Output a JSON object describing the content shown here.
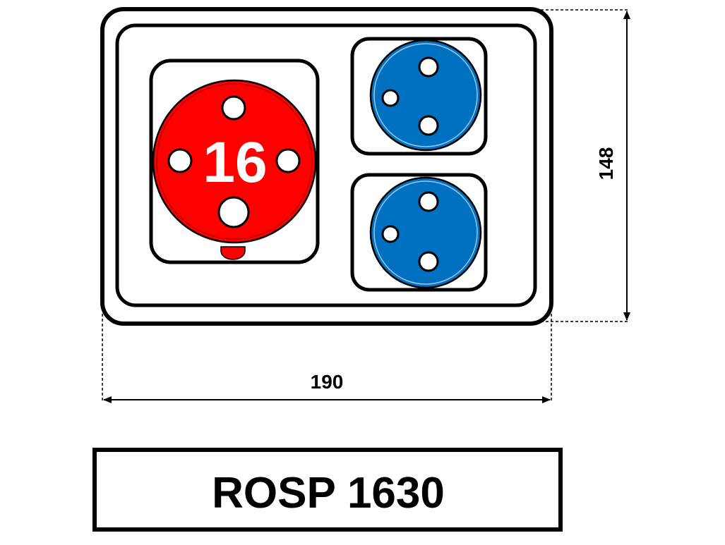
{
  "diagram": {
    "type": "socket-box-drawing",
    "dimensions": {
      "width_label": "190",
      "height_label": "148"
    },
    "sockets": {
      "red": {
        "label": "16",
        "color": "#ff0000"
      },
      "blue_top": {
        "color": "#0070c0"
      },
      "blue_bottom": {
        "color": "#0070c0"
      }
    },
    "model": {
      "label": "ROSP 1630"
    }
  }
}
